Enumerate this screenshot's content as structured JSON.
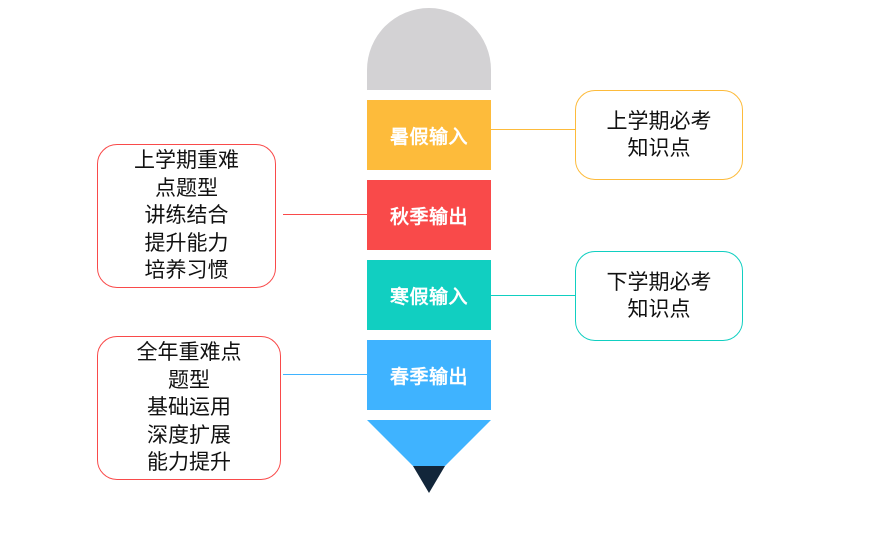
{
  "colors": {
    "eraser": "#d3d2d4",
    "summer": "#fdbb3b",
    "autumn": "#f94a4a",
    "winter": "#11cfc1",
    "spring": "#3fb3ff",
    "tip_lead": "#12263a"
  },
  "segments": [
    {
      "label": "暑假输入"
    },
    {
      "label": "秋季输出"
    },
    {
      "label": "寒假输入"
    },
    {
      "label": "春季输出"
    }
  ],
  "notes": {
    "summer": {
      "lines": [
        "上学期必考",
        "知识点"
      ]
    },
    "autumn": {
      "lines": [
        "上学期重难",
        "点题型",
        "讲练结合",
        "提升能力",
        "培养习惯"
      ]
    },
    "winter": {
      "lines": [
        "下学期必考",
        "知识点"
      ]
    },
    "spring": {
      "lines": [
        "全年重难点",
        "题型",
        "基础运用",
        "深度扩展",
        "能力提升"
      ]
    }
  }
}
